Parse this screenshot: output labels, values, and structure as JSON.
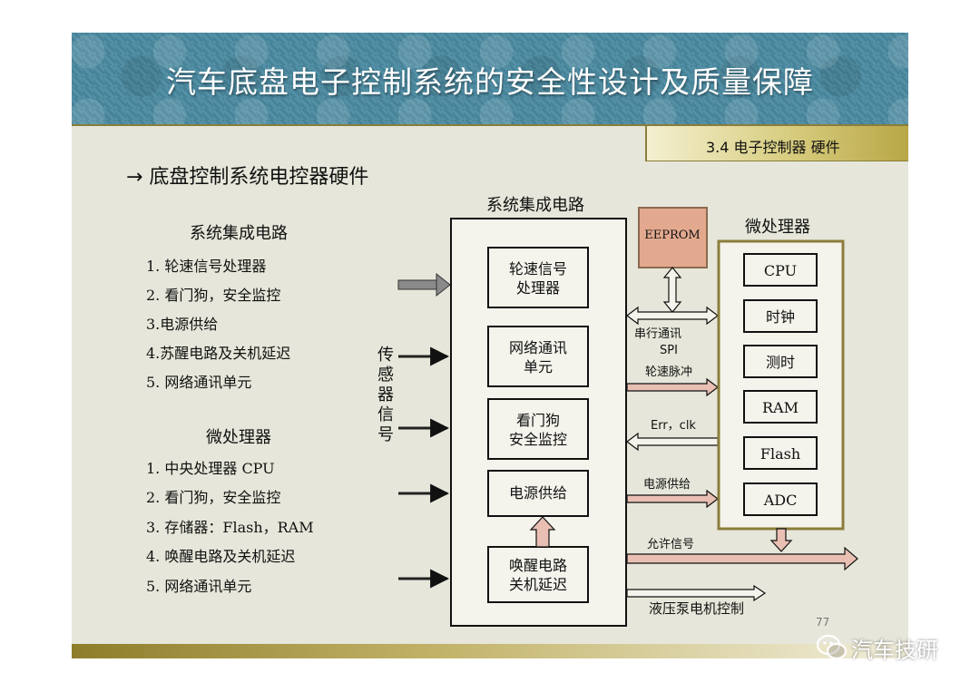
{
  "header": {
    "title": "汽车底盘电子控制系统的安全性设计及质量保障"
  },
  "section_tag": "3.4 电子控制器 硬件",
  "main_heading": "→ 底盘控制系统电控器硬件",
  "left_lists": [
    {
      "heading": "系统集成电路",
      "items": [
        "1. 轮速信号处理器",
        "2. 看门狗，安全监控",
        "3.电源供给",
        "4.苏醒电路及关机延迟",
        "5. 网络通讯单元"
      ]
    },
    {
      "heading": "微处理器",
      "items": [
        "1. 中央处理器 CPU",
        "2. 看门狗，安全监控",
        "3. 存储器：Flash，RAM",
        "4. 唤醒电路及关机延迟",
        "5. 网络通讯单元"
      ]
    }
  ],
  "diagram": {
    "sensor_label": "传感器信号",
    "ic_title": "系统集成电路",
    "ic_blocks": [
      [
        "轮速信号",
        "处理器"
      ],
      [
        "网络通讯",
        "单元"
      ],
      [
        "看门狗",
        "安全监控"
      ],
      [
        "电源供给"
      ],
      [
        "唤醒电路",
        "关机延迟"
      ]
    ],
    "eeprom": "EEPROM",
    "mcu_title": "微处理器",
    "mcu_blocks": [
      "CPU",
      "时钟",
      "测时",
      "RAM",
      "Flash",
      "ADC"
    ],
    "signals": {
      "spi_line1": "串行通讯",
      "spi_line2": "SPI",
      "wheel_pulse": "轮速脉冲",
      "err_clk": "Err，clk",
      "power_supply": "电源供给",
      "enable": "允许信号",
      "pump_control": "液压泵电机控制"
    }
  },
  "page_number": "77",
  "watermark": "汽车技研",
  "colors": {
    "header_bg": "#4a89a0",
    "eeprom_fill": "#e3a98f",
    "signal_arrow": "#e8bfb2",
    "slide_bg": "#e6e6da"
  }
}
